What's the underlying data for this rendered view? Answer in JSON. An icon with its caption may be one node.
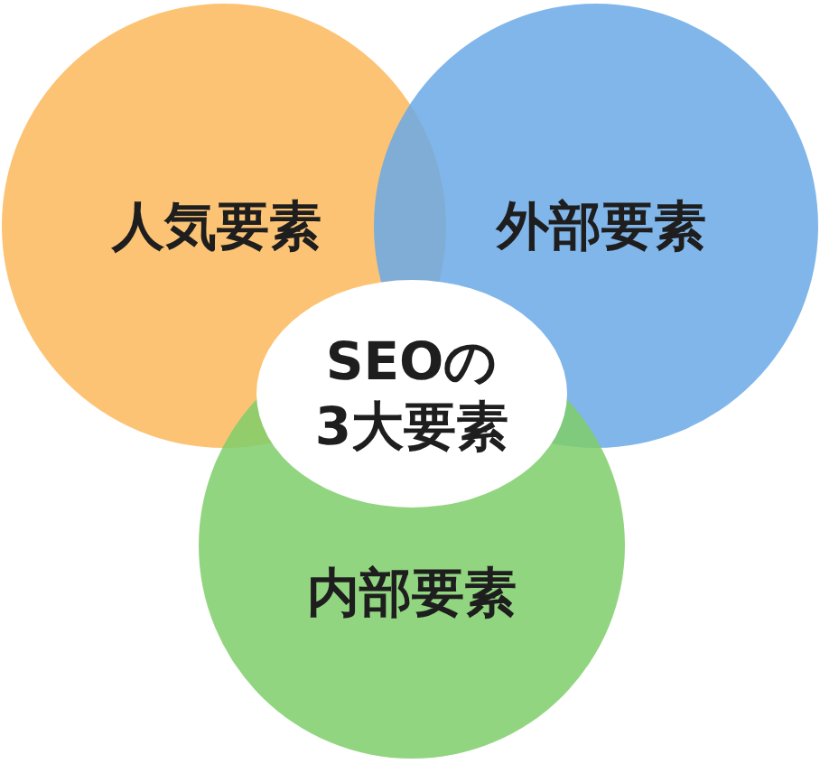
{
  "diagram": {
    "nodes": [
      {
        "text": [
          "人気要素"
        ]
      },
      {
        "text": [
          "外部要素"
        ]
      },
      {
        "text": [
          "内部要素"
        ]
      },
      {
        "text": [
          "SEOの3大要素"
        ]
      }
    ]
  }
}
